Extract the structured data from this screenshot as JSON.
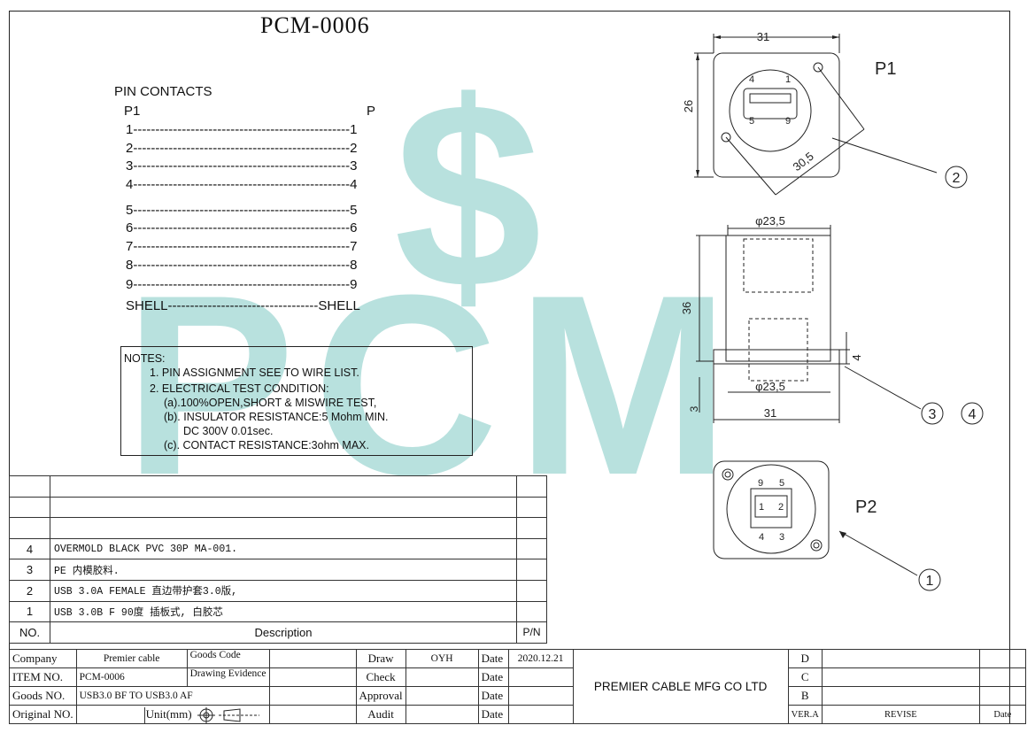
{
  "drawing": {
    "title": "PCM-0006",
    "watermark": "PCM",
    "colors": {
      "watermark": "#7fc9c4",
      "line": "#222222"
    }
  },
  "pin_contacts": {
    "heading": "PIN  CONTACTS",
    "left_label": "P1",
    "right_label": "P",
    "rows": [
      "1-------------------------------------------------1",
      "2-------------------------------------------------2",
      "3-------------------------------------------------3",
      "4-------------------------------------------------4",
      "5-------------------------------------------------5",
      "6-------------------------------------------------6",
      "7-------------------------------------------------7",
      "8-------------------------------------------------8",
      "9-------------------------------------------------9",
      "SHELL----------------------------------SHELL"
    ]
  },
  "notes": {
    "heading": "NOTES:",
    "line1": "1. PIN ASSIGNMENT SEE TO WIRE LIST.",
    "line2": "2. ELECTRICAL TEST CONDITION:",
    "line3": "(a).100%OPEN,SHORT & MISWIRE TEST,",
    "line4": "(b). INSULATOR RESISTANCE:5 Mohm MIN.",
    "line5": "DC 300V 0.01sec.",
    "line6": "(c). CONTACT RESISTANCE:3ohm MAX."
  },
  "bom": {
    "rows": [
      {
        "no": "",
        "desc": "",
        "pn": ""
      },
      {
        "no": "",
        "desc": "",
        "pn": ""
      },
      {
        "no": "",
        "desc": "",
        "pn": ""
      },
      {
        "no": "4",
        "desc": "OVERMOLD BLACK PVC 30P MA-001.",
        "pn": ""
      },
      {
        "no": "3",
        "desc": "PE 内模胶料.",
        "pn": ""
      },
      {
        "no": "2",
        "desc": "USB 3.0A FEMALE 直边带护套3.0版,",
        "pn": ""
      },
      {
        "no": "1",
        "desc": "USB 3.0B F 90度 插板式, 白胶芯",
        "pn": ""
      }
    ],
    "header_no": "NO.",
    "header_desc": "Description",
    "header_pn": "P/N"
  },
  "title_block": {
    "company_label": "Company",
    "company_value": "Premier cable",
    "goods_code_label": "Goods Code",
    "item_no_label": "ITEM NO.",
    "item_no_value": "PCM-0006",
    "drawing_evidence_label": "Drawing Evidence",
    "goods_no_label": "Goods NO.",
    "goods_no_value": "USB3.0 BF TO USB3.0 AF",
    "original_no_label": "Original NO.",
    "unit_label": "Unit(mm)",
    "draw_label": "Draw",
    "draw_value": "OYH",
    "check_label": "Check",
    "approval_label": "Approval",
    "audit_label": "Audit",
    "date_label": "Date",
    "draw_date": "2020.12.21",
    "manufacturer": "PREMIER CABLE MFG CO LTD",
    "rev_letters": [
      "D",
      "C",
      "B"
    ],
    "ver_label": "VER.A",
    "revise_label": "REVISE",
    "rev_date_label": "Date"
  },
  "views": {
    "p1_label": "P1",
    "p2_label": "P2",
    "dim_31_top": "31",
    "dim_26": "26",
    "dim_30_5": "30,5",
    "dim_dia_top": "φ23,5",
    "dim_36": "36",
    "dim_4": "4",
    "dim_dia_bottom": "φ23,5",
    "dim_3": "3",
    "dim_31_bottom": "31",
    "p1_pins": [
      "4",
      "1",
      "5",
      "9"
    ],
    "p2_pins": [
      "9",
      "5",
      "1",
      "2",
      "4",
      "3"
    ],
    "callout_2": "2",
    "callout_3": "3",
    "callout_4": "4",
    "callout_1": "1"
  }
}
